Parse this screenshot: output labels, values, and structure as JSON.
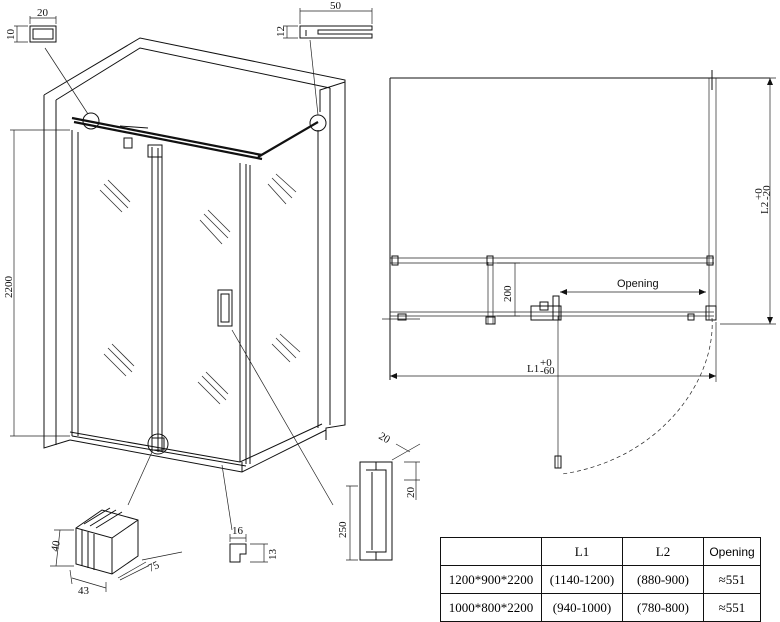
{
  "dimensions": {
    "profile_top_left": {
      "width": "20",
      "height": "10"
    },
    "profile_top_right": {
      "width": "50",
      "height": "12"
    },
    "height_total": "2200",
    "hinge": {
      "a": "40",
      "b": "43",
      "c": "75"
    },
    "bottom_profile": {
      "width": "16",
      "height": "13"
    },
    "handle": {
      "length": "250",
      "depth": "20",
      "width": "20"
    },
    "plan": {
      "opening_label": "Opening",
      "depth_200": "200",
      "l1": "L1",
      "l1_tol_top": "+0",
      "l1_tol_bottom": "-60",
      "l2": "L2",
      "l2_tol_top": "+0",
      "l2_tol_bottom": "-20"
    }
  },
  "table": {
    "headers": [
      "",
      "L1",
      "L2",
      "Opening"
    ],
    "rows": [
      [
        "1200*900*2200",
        "(1140-1200)",
        "(880-900)",
        "≈551"
      ],
      [
        "1000*800*2200",
        "(940-1000)",
        "(780-800)",
        "≈551"
      ]
    ]
  }
}
